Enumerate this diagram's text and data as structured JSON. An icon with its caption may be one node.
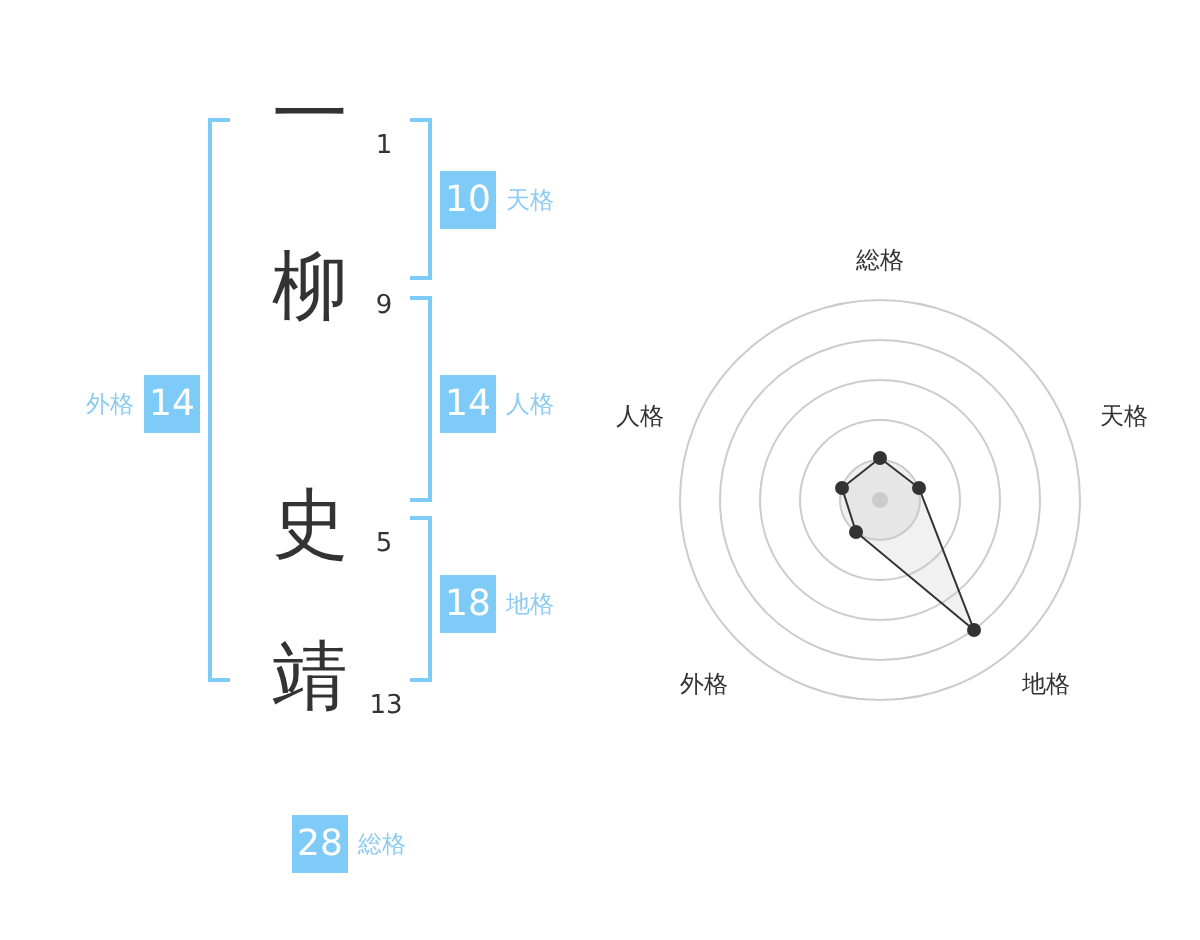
{
  "diagram": {
    "nodes": [
      {
        "text": [
          "10"
        ],
        "beside": [
          "天格"
        ]
      },
      {
        "text": [
          "14"
        ],
        "beside": [
          "外格"
        ]
      },
      {
        "text": [
          "14"
        ],
        "beside": [
          "人格"
        ]
      },
      {
        "text": [
          "18"
        ],
        "beside": [
          "地格"
        ]
      },
      {
        "text": [
          "28"
        ],
        "beside": [
          "総格"
        ]
      }
    ],
    "labels": [
      "一",
      "1",
      "柳",
      "9",
      "史",
      "5",
      "靖",
      "13",
      "総格",
      "人格",
      "天格",
      "外格",
      "地格"
    ]
  }
}
